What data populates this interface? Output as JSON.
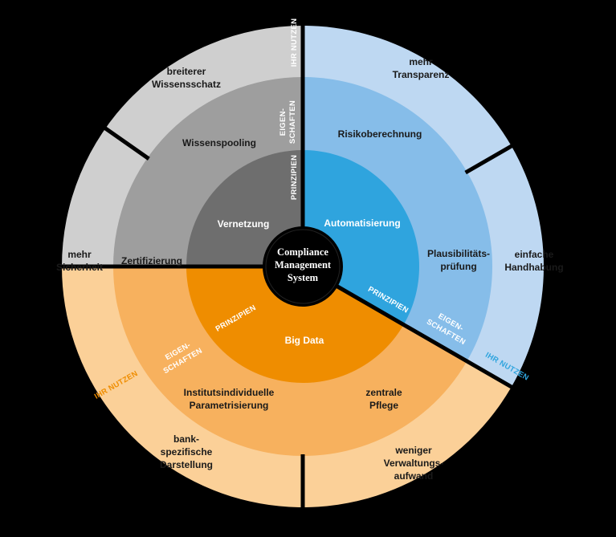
{
  "center": {
    "lines": [
      "Compliance",
      "Management",
      "System"
    ]
  },
  "sectors": [
    {
      "id": "gray",
      "colors": {
        "outer": "#cfcfcf",
        "middle": "#9e9e9e",
        "inner": "#6e6e6e"
      },
      "principle": "Vernetzung",
      "properties": [
        {
          "lines": [
            "Wissenspooling"
          ]
        },
        {
          "lines": [
            "Zertifizierung"
          ]
        }
      ],
      "benefits": [
        {
          "lines": [
            "breiterer",
            "Wissensschatz"
          ]
        },
        {
          "lines": [
            "mehr",
            "Sicherheit"
          ]
        }
      ],
      "tags": {
        "principle": "PRINZIPIEN",
        "properties": [
          "EIGEN-",
          "SCHAFTEN"
        ],
        "benefits": "IHR NUTZEN"
      }
    },
    {
      "id": "blue",
      "colors": {
        "outer": "#bed8f2",
        "middle": "#86bde9",
        "inner": "#2fa4de",
        "tag": "#2fa4de"
      },
      "principle": "Automatisierung",
      "properties": [
        {
          "lines": [
            "Risikoberechnung"
          ]
        },
        {
          "lines": [
            "Plausibilitäts-",
            "prüfung"
          ]
        }
      ],
      "benefits": [
        {
          "lines": [
            "mehr",
            "Transparenz"
          ]
        },
        {
          "lines": [
            "einfache",
            "Handhabung"
          ]
        }
      ],
      "tags": {
        "principle": "PRINZIPIEN",
        "properties": [
          "EIGEN-",
          "SCHAFTEN"
        ],
        "benefits": "IHR NUTZEN"
      }
    },
    {
      "id": "orange",
      "colors": {
        "outer": "#fbd098",
        "middle": "#f7b15e",
        "inner": "#ef8d00",
        "tag": "#ef8d00"
      },
      "principle": "Big Data",
      "properties": [
        {
          "lines": [
            "Institutsindividuelle",
            "Parametrisierung"
          ]
        },
        {
          "lines": [
            "zentrale",
            "Pflege"
          ]
        }
      ],
      "benefits": [
        {
          "lines": [
            "bank-",
            "spezifische",
            "Darstellung"
          ]
        },
        {
          "lines": [
            "weniger",
            "Verwaltungs-",
            "aufwand"
          ]
        }
      ],
      "tags": {
        "principle": "PRINZIPIEN",
        "properties": [
          "EIGEN-",
          "SCHAFTEN"
        ],
        "benefits": "IHR NUTZEN"
      }
    }
  ]
}
